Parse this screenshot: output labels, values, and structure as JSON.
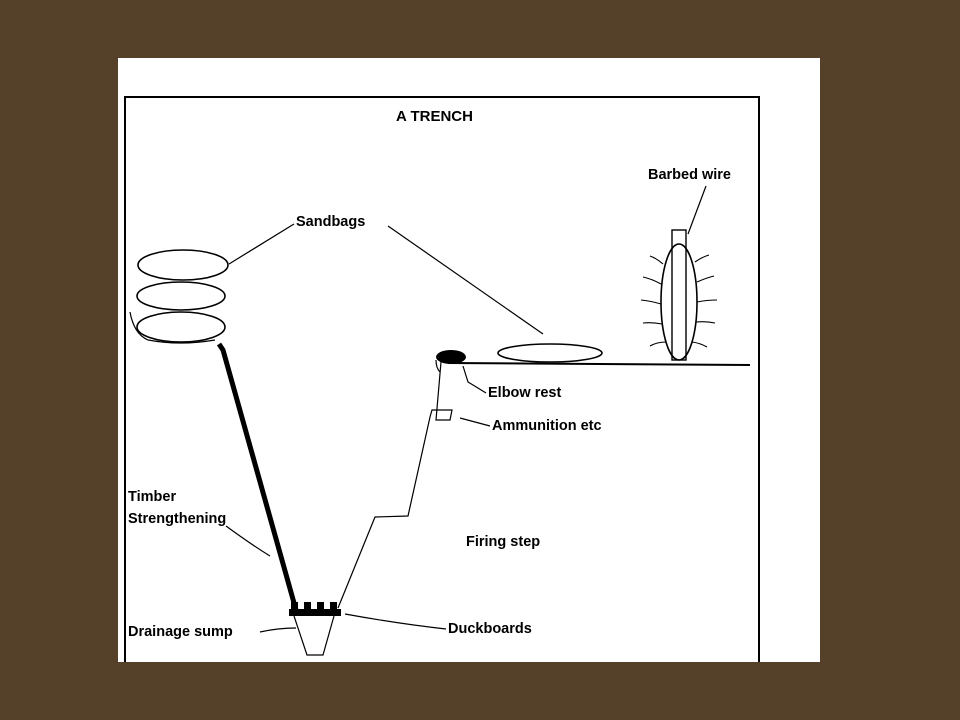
{
  "diagram": {
    "title": "A TRENCH",
    "labels": {
      "sandbags": "Sandbags",
      "barbed_wire": "Barbed wire",
      "elbow_rest": "Elbow rest",
      "ammunition": "Ammunition etc",
      "timber": "Timber Strengthening",
      "timber_line1": "Timber",
      "timber_line2": "Strengthening",
      "firing_step": "Firing step",
      "drainage_sump": "Drainage sump",
      "duckboards": "Duckboards"
    },
    "colors": {
      "background": "#55402a",
      "slide": "#ffffff",
      "ink": "#000000"
    }
  }
}
